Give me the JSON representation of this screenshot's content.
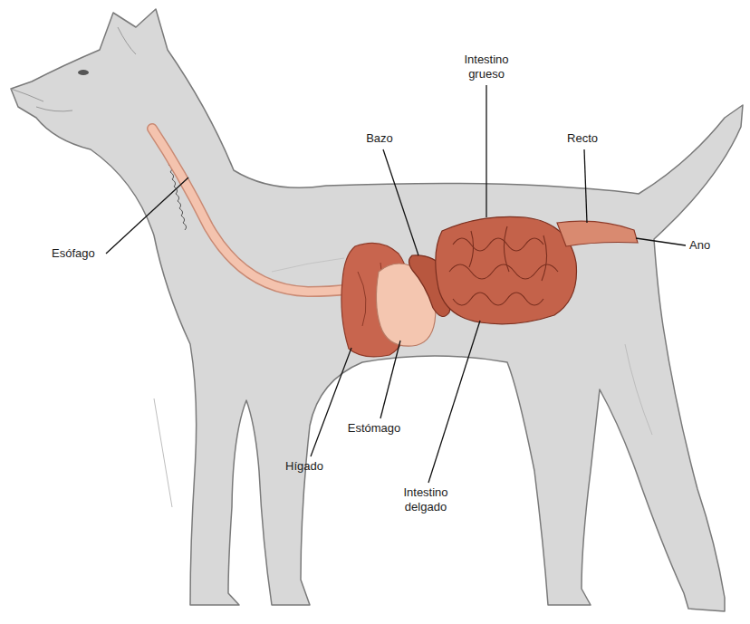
{
  "diagram": {
    "labels": [
      "Intestino grueso",
      "Bazo",
      "Recto",
      "Ano",
      "Esófago",
      "Estómago",
      "Hígado",
      "Intestino delgado"
    ]
  }
}
